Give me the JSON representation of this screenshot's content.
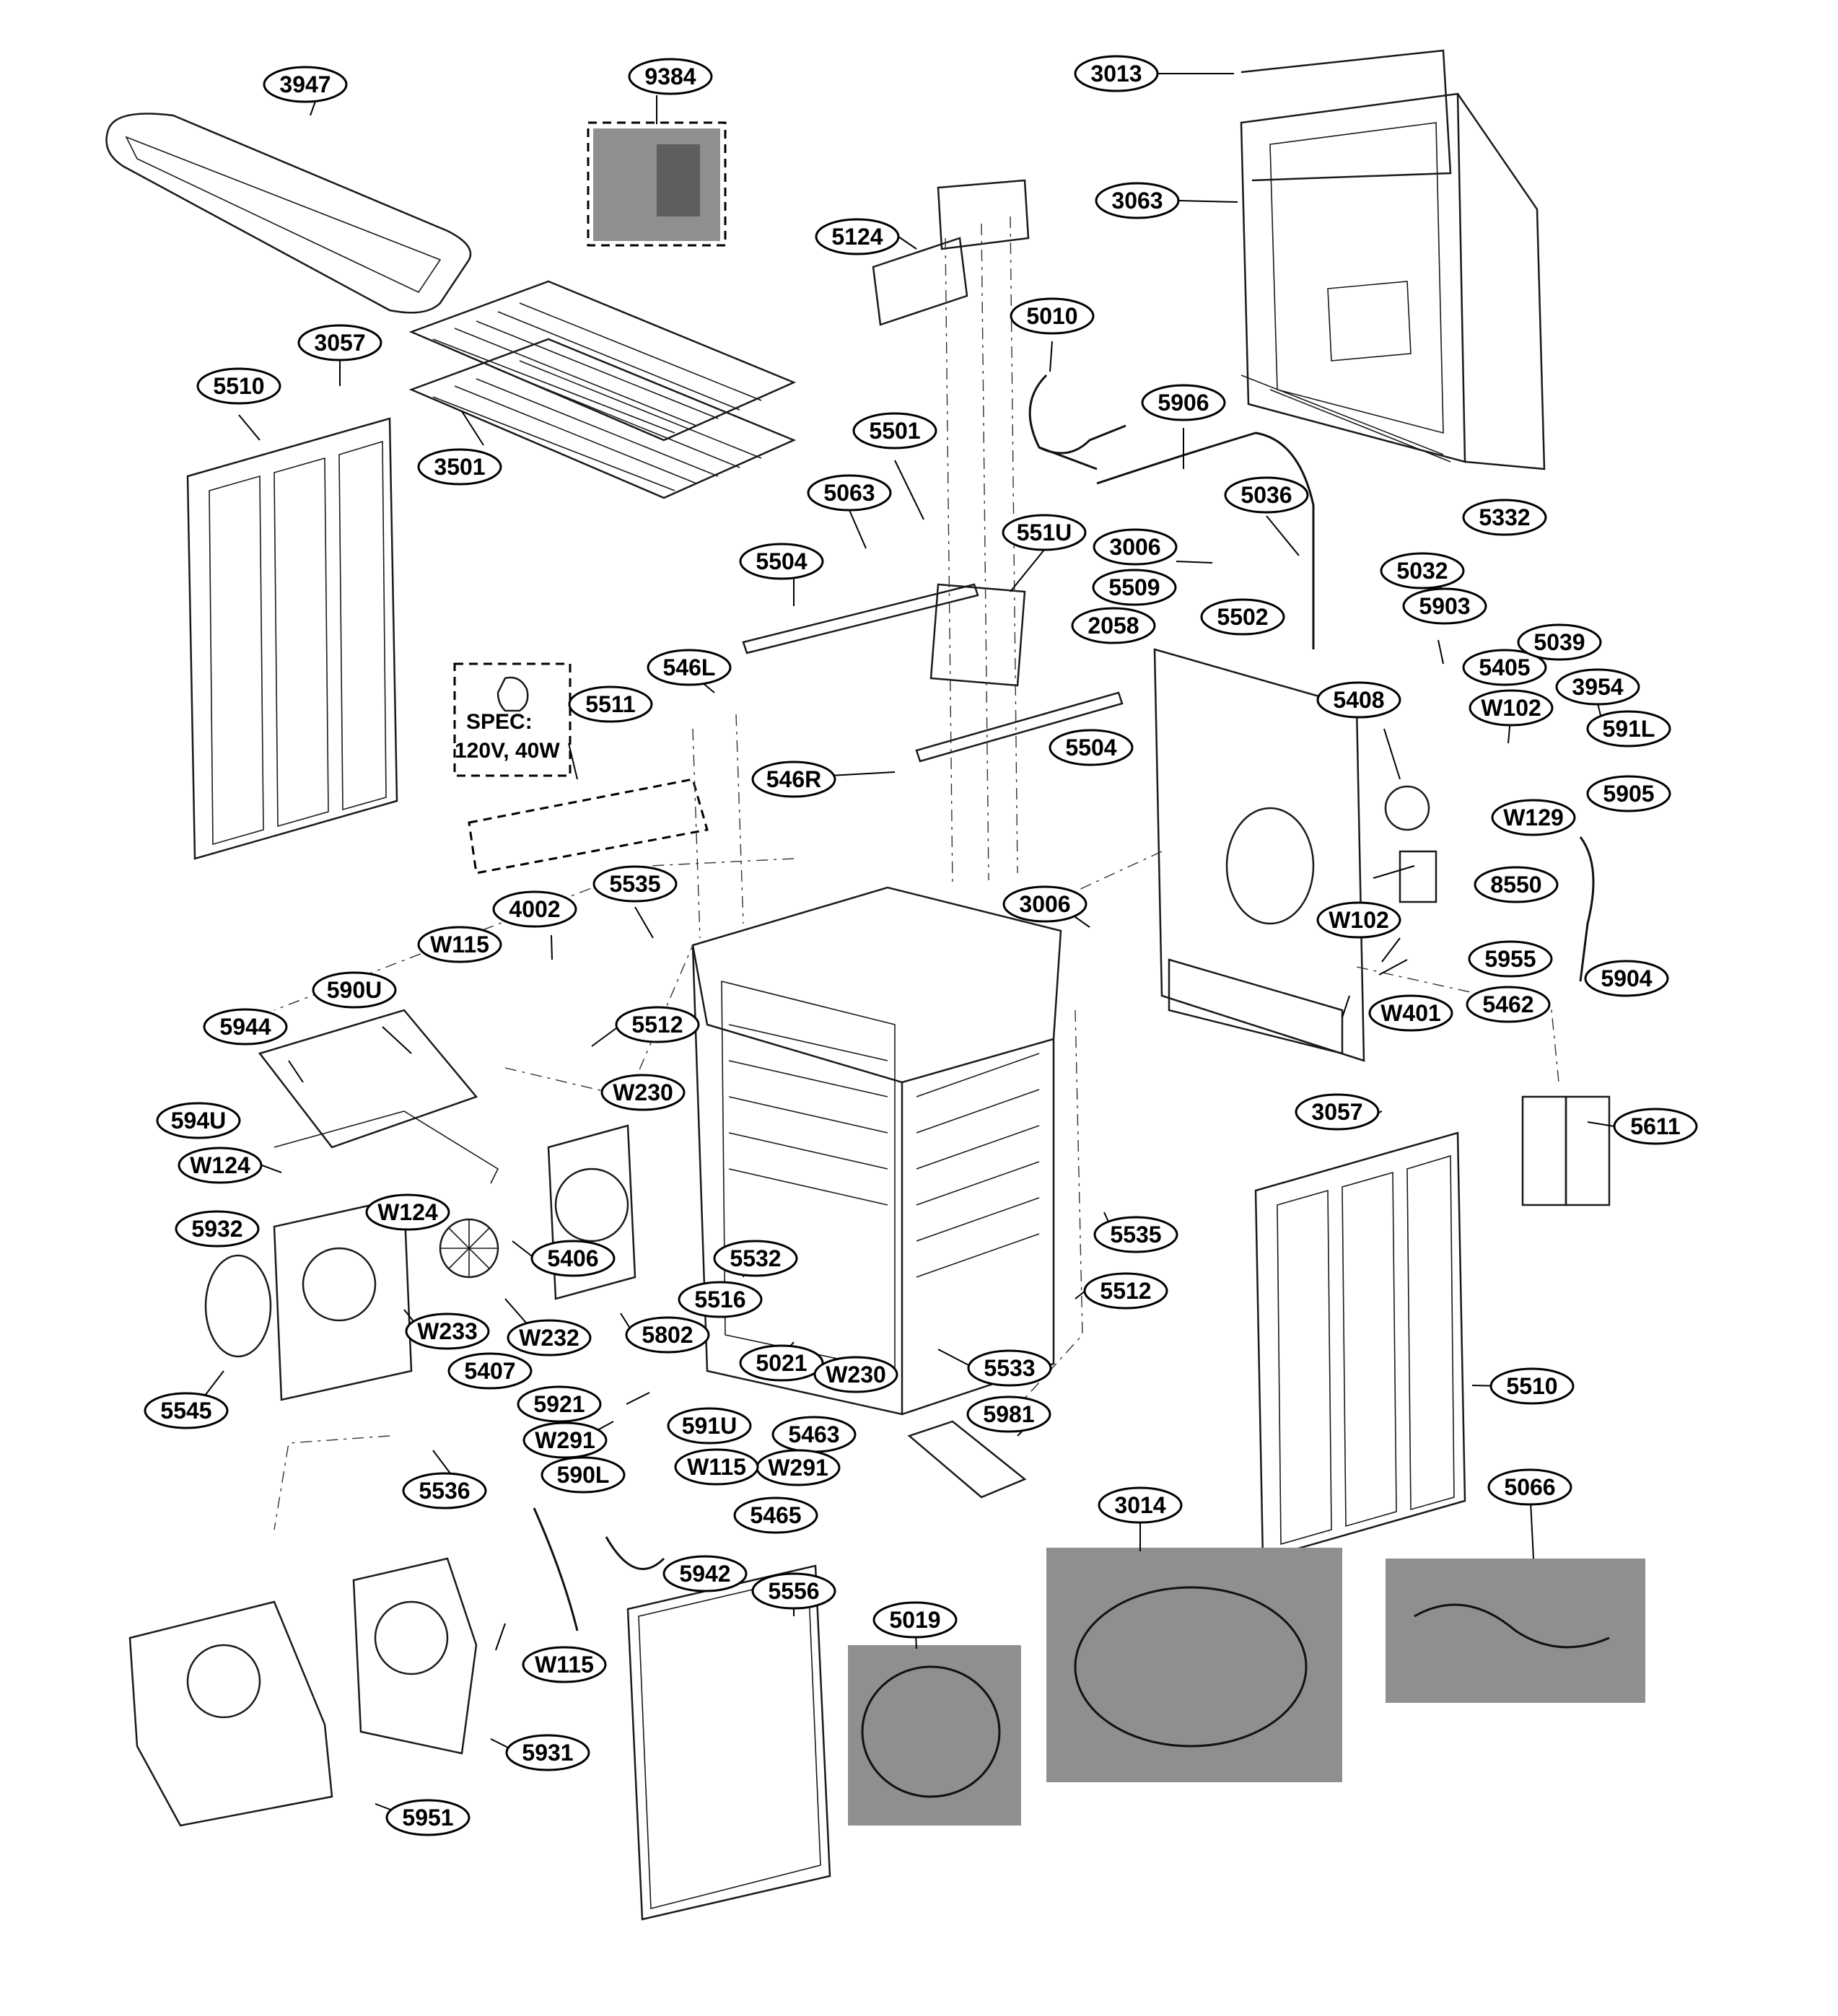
{
  "labels": [
    "3947",
    "9384",
    "3013",
    "3063",
    "5124",
    "5010",
    "3057",
    "5510",
    "3501",
    "5906",
    "5501",
    "5063",
    "5036",
    "551U",
    "3006",
    "5509",
    "5504",
    "2058",
    "5502",
    "5032",
    "5903",
    "5332",
    "546L",
    "5405",
    "5039",
    "W102",
    "3954",
    "591L",
    "5511",
    "5408",
    "546R",
    "5504",
    "5905",
    "W129",
    "8550",
    "W102",
    "3006",
    "5535",
    "4002",
    "W115",
    "590U",
    "5955",
    "5462",
    "5904",
    "W401",
    "5944",
    "5512",
    "W230",
    "594U",
    "3057",
    "5611",
    "W124",
    "W124",
    "5932",
    "5535",
    "5532",
    "5406",
    "5516",
    "5512",
    "W233",
    "W232",
    "5407",
    "5802",
    "5021",
    "W230",
    "5533",
    "5545",
    "5921",
    "591U",
    "5463",
    "5510",
    "W291",
    "W291",
    "5981",
    "590L",
    "W115",
    "5536",
    "5465",
    "3014",
    "5066",
    "5942",
    "5556",
    "5019",
    "W115",
    "5931",
    "5951"
  ],
  "spec": {
    "title": "SPEC:",
    "value": "120V, 40W"
  }
}
